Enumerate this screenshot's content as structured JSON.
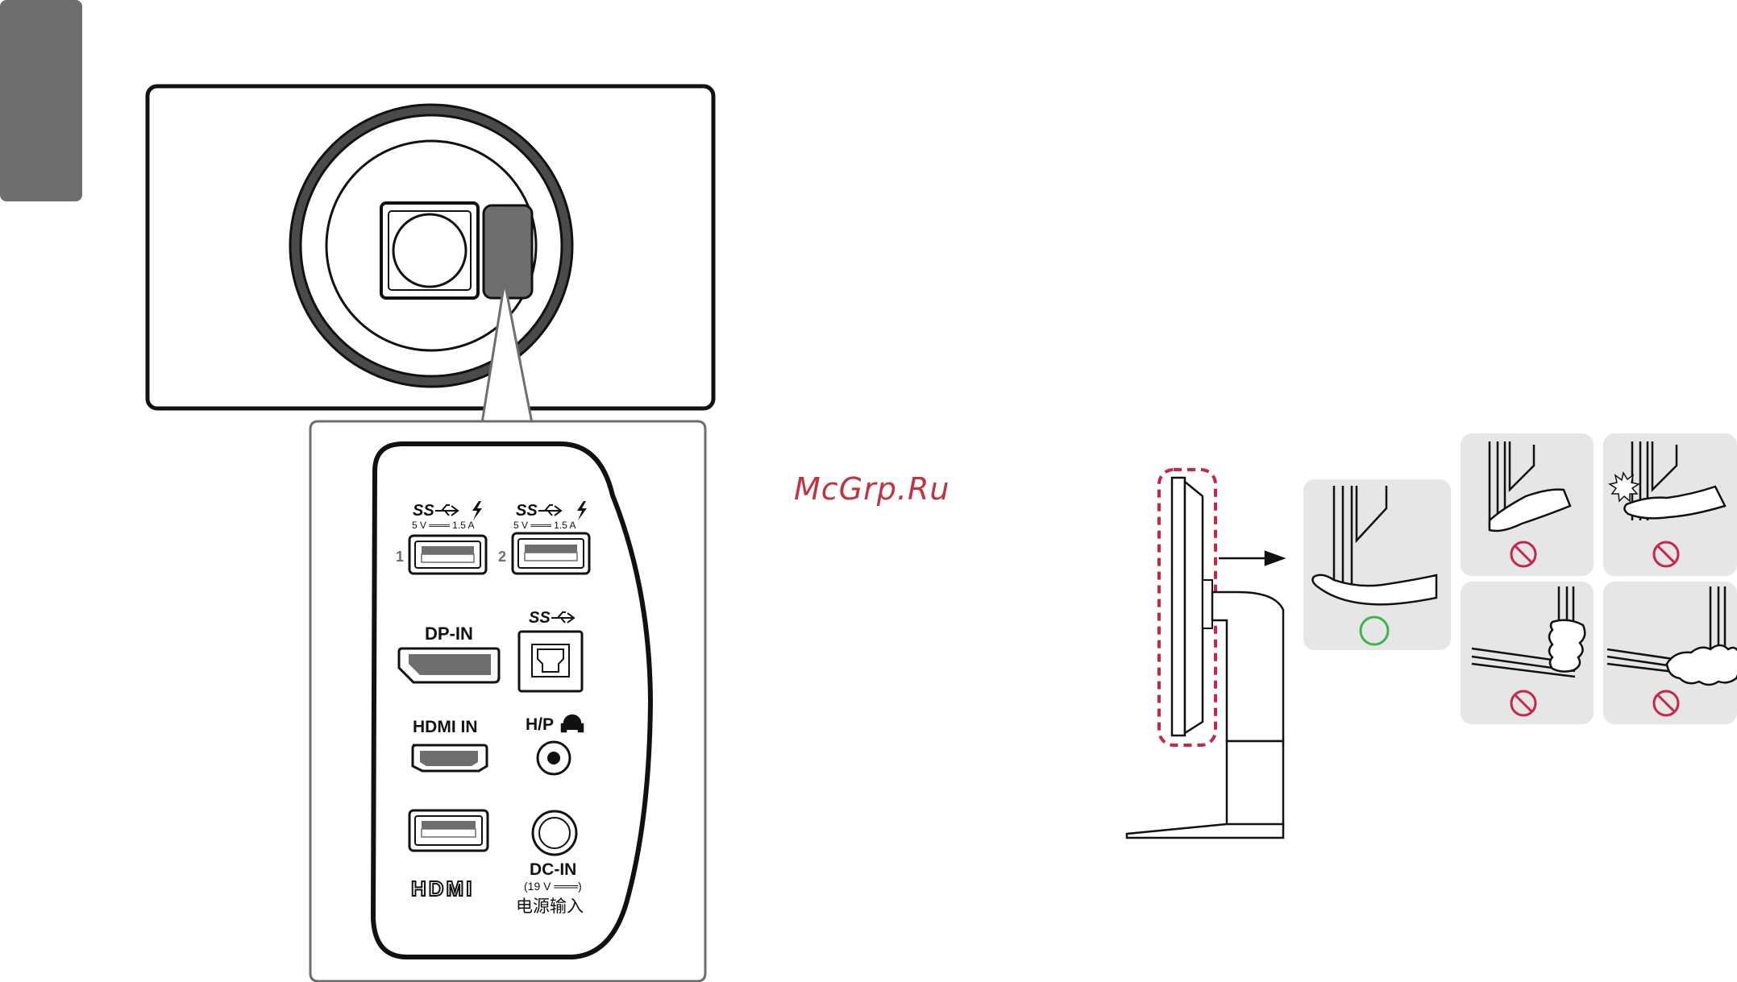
{
  "watermark": "McGrp.Ru",
  "ports": {
    "usb1_logo": "SS",
    "usb1_power": "5 V ═══ 1.5 A",
    "usb1_num": "1",
    "usb2_logo": "SS",
    "usb2_power": "5 V ═══ 1.5 A",
    "usb2_num": "2",
    "usb_up_logo": "SS",
    "dp_label": "DP-IN",
    "hdmi_label": "HDMI IN",
    "hp_label": "H/P",
    "dc_label": "DC-IN",
    "dc_rating": "(19 V ═══)",
    "dc_chinese": "电源输入",
    "hdmi_logo": "HDMI"
  },
  "icons": [
    "usb-superspeed-icon",
    "lightning-charge-icon",
    "headphone-icon",
    "ok-circle-icon",
    "prohibited-icon",
    "arrow-right-icon"
  ],
  "colors": {
    "accent_red": "#c8244c",
    "ok_green": "#3db54a",
    "panel_grey": "#6d6e70",
    "tile_grey": "#e6e6e7"
  }
}
